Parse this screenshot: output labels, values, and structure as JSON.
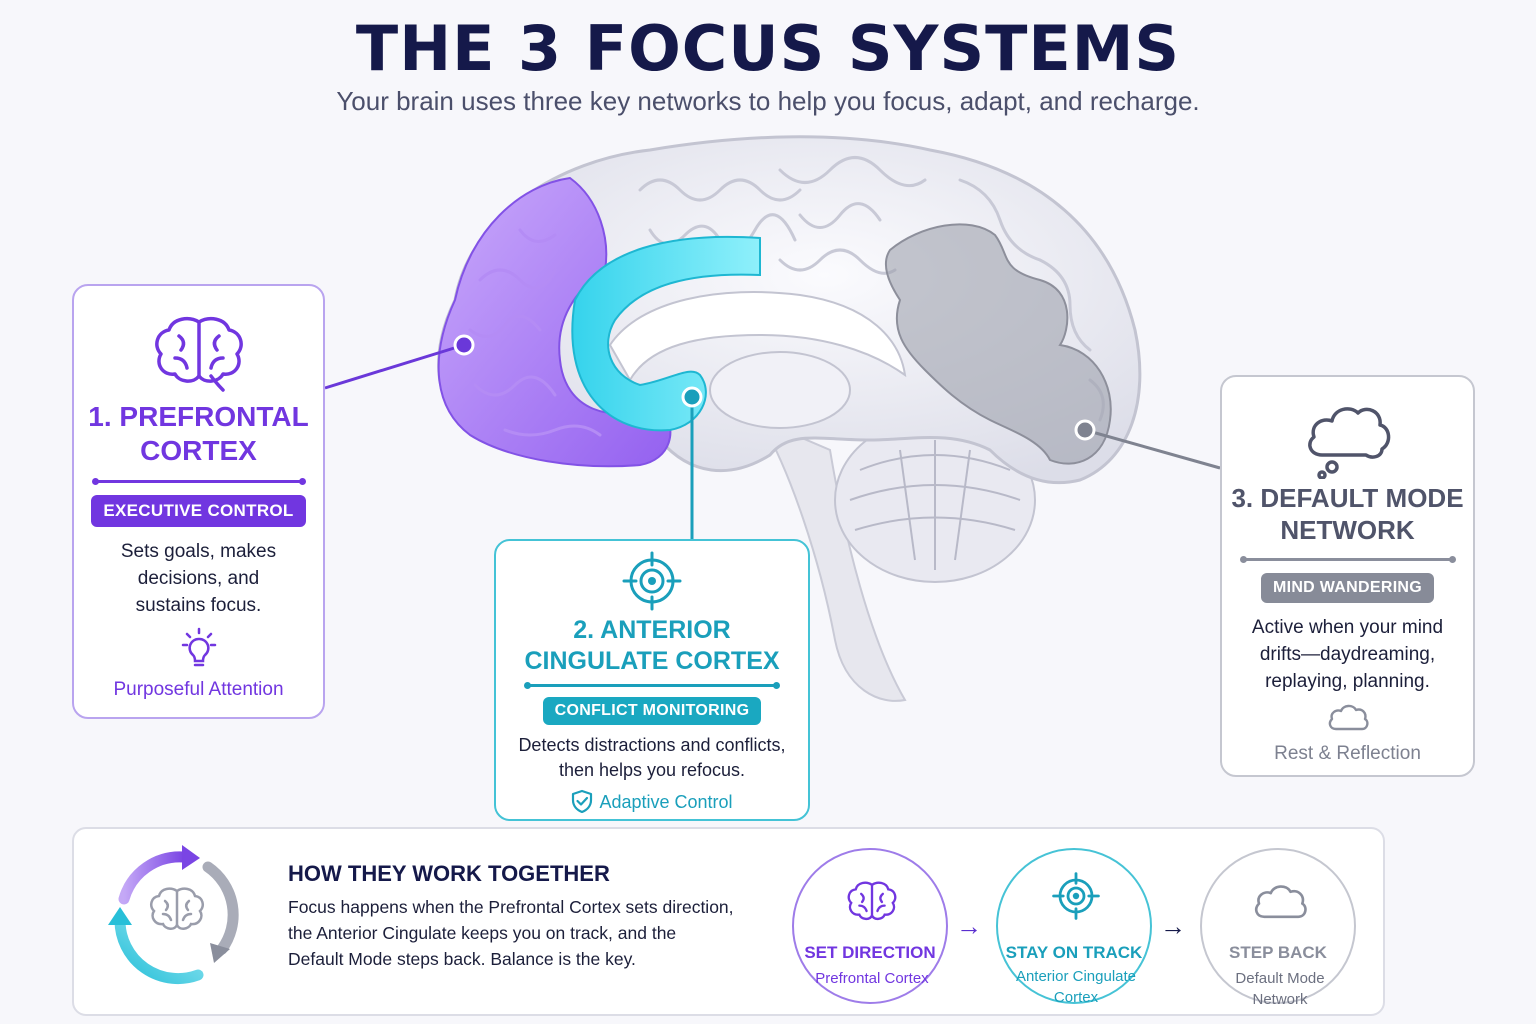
{
  "header": {
    "title": "THE 3 FOCUS SYSTEMS",
    "subtitle": "Your brain uses three key networks to help you focus, adapt, and recharge."
  },
  "systems": [
    {
      "title_line1": "1. PREFRONTAL",
      "title_line2": "CORTEX",
      "tag": "EXECUTIVE CONTROL",
      "desc_line1": "Sets goals, makes",
      "desc_line2": "decisions, and",
      "desc_line3": "sustains focus.",
      "footer": "Purposeful Attention",
      "icon": "brain-icon",
      "footer_icon": "lightbulb-icon",
      "color": "#7136e0"
    },
    {
      "title_line1": "2. ANTERIOR",
      "title_line2": "CINGULATE CORTEX",
      "tag": "CONFLICT MONITORING",
      "desc_line1": "Detects distractions and conflicts,",
      "desc_line2": "then helps you refocus.",
      "footer": "Adaptive Control",
      "icon": "target-icon",
      "footer_icon": "shield-check-icon",
      "color": "#1a9fbb"
    },
    {
      "title_line1": "3. DEFAULT MODE",
      "title_line2": "NETWORK",
      "tag": "MIND WANDERING",
      "desc_line1": "Active when your mind",
      "desc_line2": "drifts—daydreaming,",
      "desc_line3": "replaying, planning.",
      "footer": "Rest & Reflection",
      "icon": "thought-cloud-icon",
      "footer_icon": "cloud-icon",
      "color": "#878b98"
    }
  ],
  "together": {
    "title": "HOW THEY WORK TOGETHER",
    "text_line1": "Focus happens when the Prefrontal Cortex sets direction,",
    "text_line2": "the Anterior Cingulate keeps you on track, and the",
    "text_line3": "Default Mode steps back. Balance is the key.",
    "steps": [
      {
        "label": "SET DIRECTION",
        "sub_line1": "Prefrontal Cortex",
        "icon": "brain-icon"
      },
      {
        "label": "STAY ON TRACK",
        "sub_line1": "Anterior Cingulate",
        "sub_line2": "Cortex",
        "icon": "target-icon"
      },
      {
        "label": "STEP BACK",
        "sub_line1": "Default Mode",
        "sub_line2": "Network",
        "icon": "cloud-icon"
      }
    ],
    "arrow_glyph": "→"
  }
}
